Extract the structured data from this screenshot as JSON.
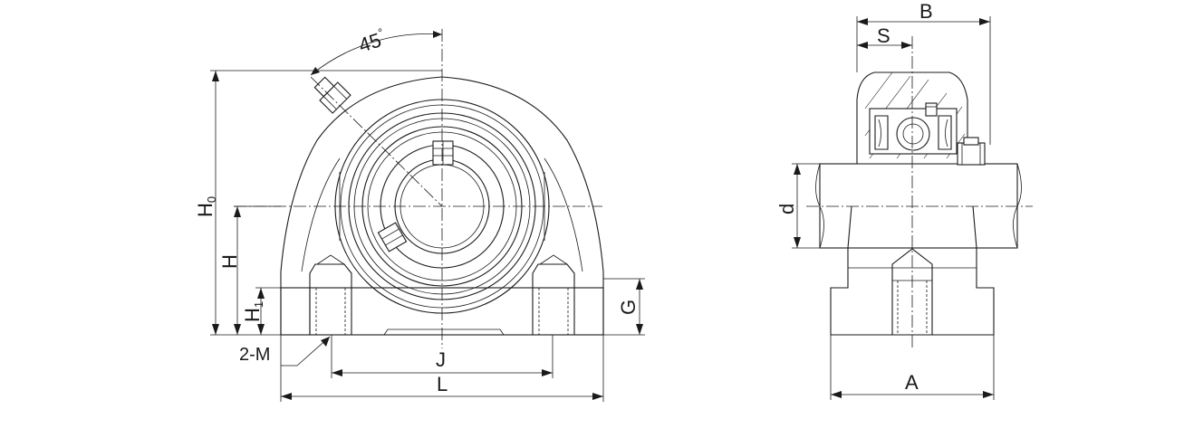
{
  "labels": {
    "angle": "45",
    "degree": "°",
    "H0_main": "H",
    "H0_sub": "0",
    "H": "H",
    "H1_main": "H",
    "H1_sub": "1",
    "M": "2-M",
    "J": "J",
    "L": "L",
    "G": "G",
    "B": "B",
    "S": "S",
    "d": "d",
    "A": "A"
  }
}
